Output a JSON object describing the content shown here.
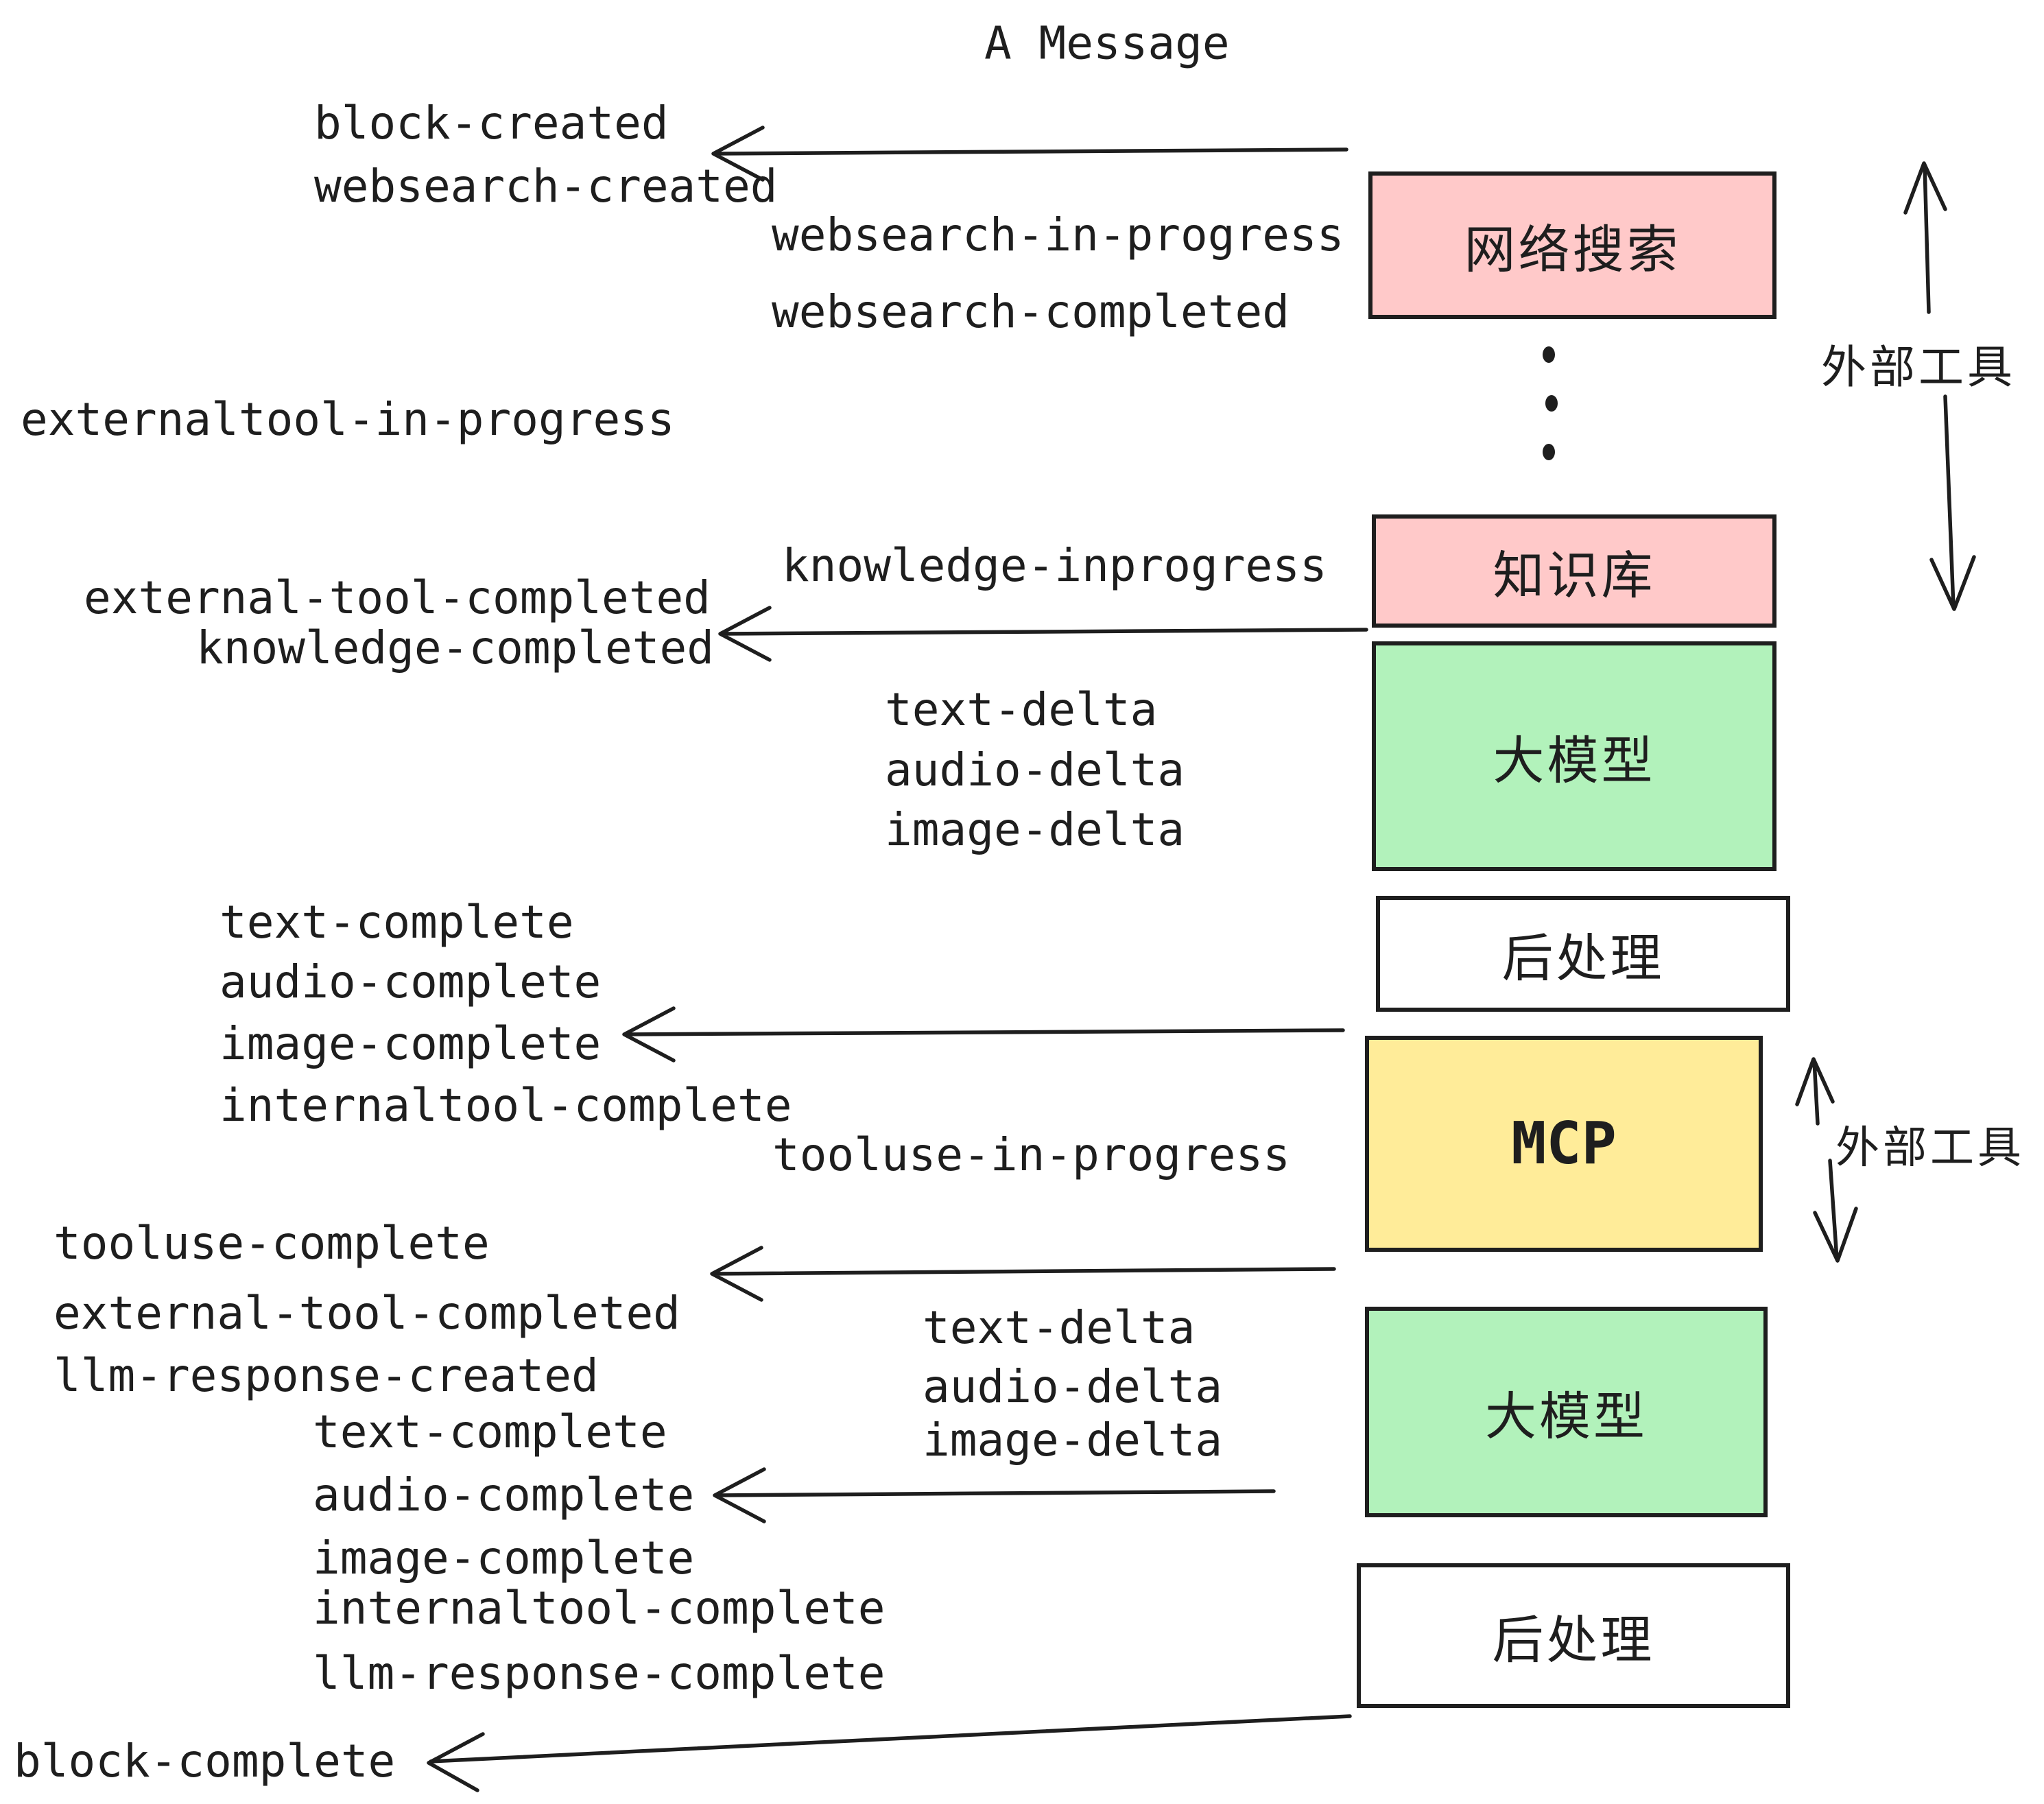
{
  "title": "A Message",
  "colors": {
    "pink": "#ffc9c9",
    "green": "#b2f2bb",
    "yellow": "#ffec99",
    "stroke": "#1e1e1e",
    "background": "#ffffff"
  },
  "boxes": [
    {
      "label": "网络搜索"
    },
    {
      "label": "知识库"
    },
    {
      "label": "大模型"
    },
    {
      "label": "后处理"
    },
    {
      "label": "MCP"
    },
    {
      "label": "大模型"
    },
    {
      "label": "后处理"
    }
  ],
  "side_labels": {
    "external_tools_top": "外部工具",
    "external_tools_bottom": "外部工具"
  },
  "events": {
    "block_created": "block-created",
    "websearch_created": "websearch-created",
    "websearch_in_progress": "websearch-in-progress",
    "websearch_completed": "websearch-completed",
    "externaltool_in_progress": "externaltool-in-progress",
    "knowledge_inprogress": "knowledge-inprogress",
    "external_tool_completed": "external-tool-completed",
    "knowledge_completed": "knowledge-completed",
    "text_delta_1": "text-delta",
    "audio_delta_1": "audio-delta",
    "image_delta_1": "image-delta",
    "text_complete_1": "text-complete",
    "audio_complete_1": "audio-complete",
    "image_complete_1": "image-complete",
    "internaltool_complete_1": "internaltool-complete",
    "tooluse_in_progress": "tooluse-in-progress",
    "tooluse_complete": "tooluse-complete",
    "external_tool_completed_2": "external-tool-completed",
    "llm_response_created": "llm-response-created",
    "text_delta_2": "text-delta",
    "audio_delta_2": "audio-delta",
    "image_delta_2": "image-delta",
    "text_complete_2": "text-complete",
    "audio_complete_2": "audio-complete",
    "image_complete_2": "image-complete",
    "internaltool_complete_2": "internaltool-complete",
    "llm_response_complete": "llm-response-complete",
    "block_complete": "block-complete"
  }
}
